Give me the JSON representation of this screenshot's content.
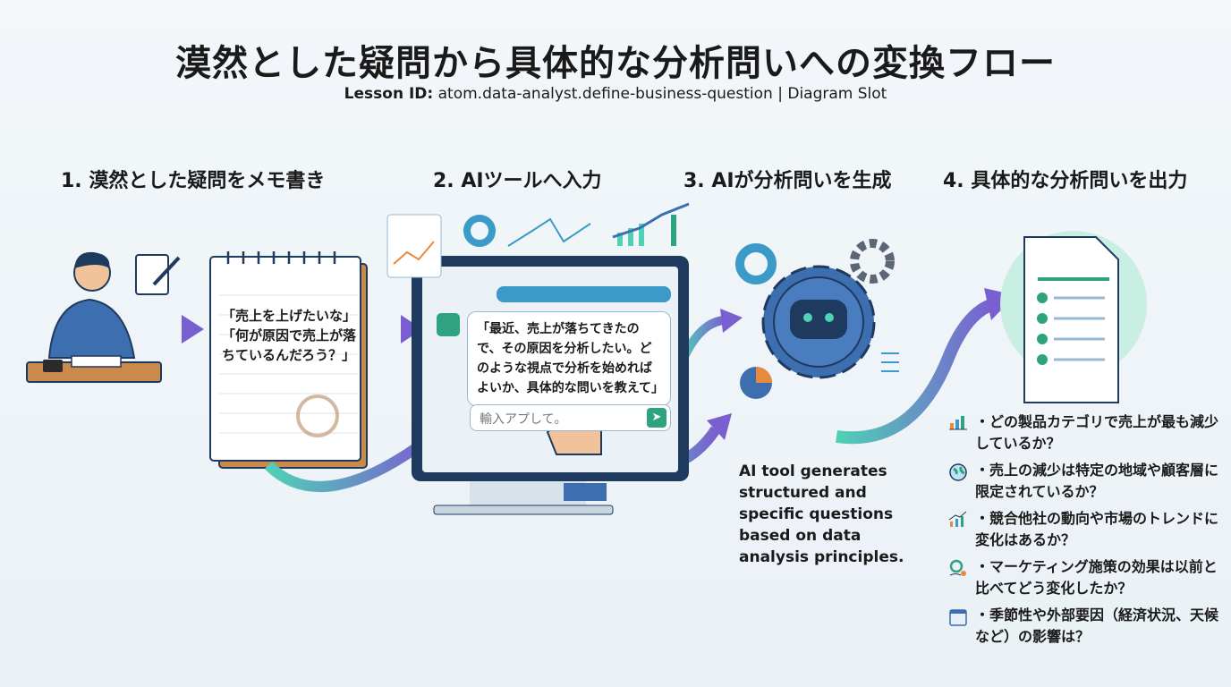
{
  "title": "漠然とした疑問から具体的な分析問いへの変換フロー",
  "subtitle": {
    "label": "Lesson ID:",
    "value": " atom.data-analyst.define-business-question | Diagram Slot"
  },
  "steps": [
    {
      "label": "1. 漠然とした疑問をメモ書き"
    },
    {
      "label": "2. AIツールへ入力"
    },
    {
      "label": "3. AIが分析問いを生成"
    },
    {
      "label": "4. 具体的な分析問いを出力"
    }
  ],
  "memo": {
    "line1": "「売上を上げたいな」",
    "line2": "「何が原因で売上が落ちているんだろう？」"
  },
  "chat": {
    "prompt": "「最近、売上が落ちてきたので、その原因を分析したい。どのような視点で分析を始めればよいか、具体的な問いを教えて」",
    "input_value": "輸入アプして｡",
    "send_icon": "➤"
  },
  "ai_description": "AI tool generates structured and specific questions based on data analysis principles.",
  "questions": [
    {
      "icon": "bar-chart-icon",
      "text": "・どの製品カテゴリで売上が最も減少しているか？"
    },
    {
      "icon": "globe-icon",
      "text": "・売上の減少は特定の地域や顧客層に限定されているか？"
    },
    {
      "icon": "trend-chart-icon",
      "text": "・競合他社の動向や市場のトレンドに変化はあるか？"
    },
    {
      "icon": "marketing-icon",
      "text": "・マーケティング施策の効果は以前と比べてどう変化したか？"
    },
    {
      "icon": "calendar-icon",
      "text": "・季節性や外部要因（経済状況、天候など）の影響は？"
    }
  ],
  "colors": {
    "accent_purple": "#7a5fd0",
    "accent_teal": "#4fd1b5",
    "navy": "#1e3a5f",
    "green": "#2fa37f"
  }
}
